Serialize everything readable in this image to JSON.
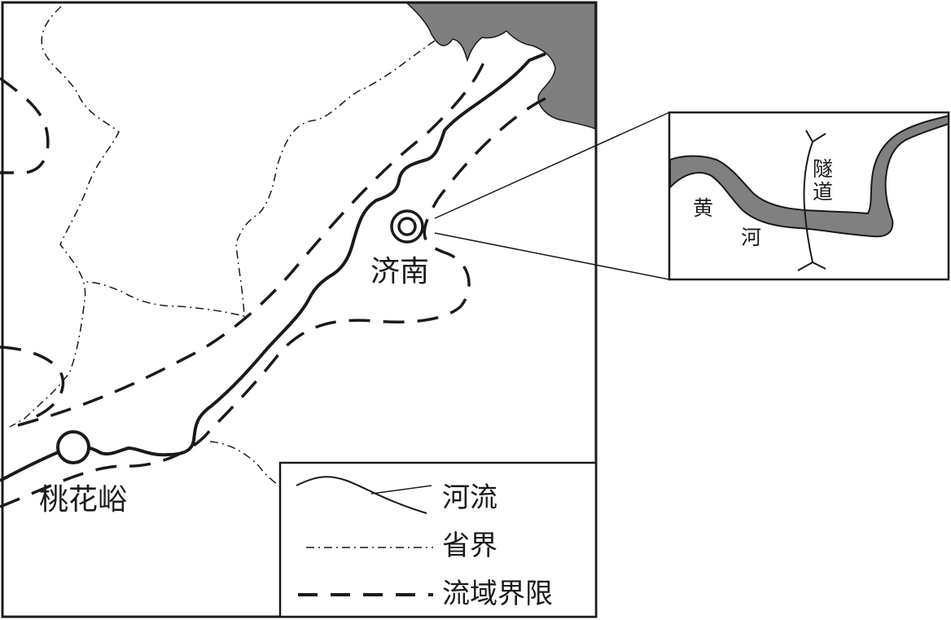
{
  "colors": {
    "ink": "#1a1a1a",
    "sea": "#7f7f7f",
    "river_fill": "#808080",
    "background": "#ffffff"
  },
  "places": {
    "jinan": "济南",
    "taohuayu": "桃花峪"
  },
  "legend": {
    "river": "河流",
    "province_boundary": "省界",
    "basin_boundary": "流域界限"
  },
  "inset": {
    "river_char_1": "黄",
    "river_char_2": "河",
    "tunnel_char_1": "隧",
    "tunnel_char_2": "道"
  }
}
